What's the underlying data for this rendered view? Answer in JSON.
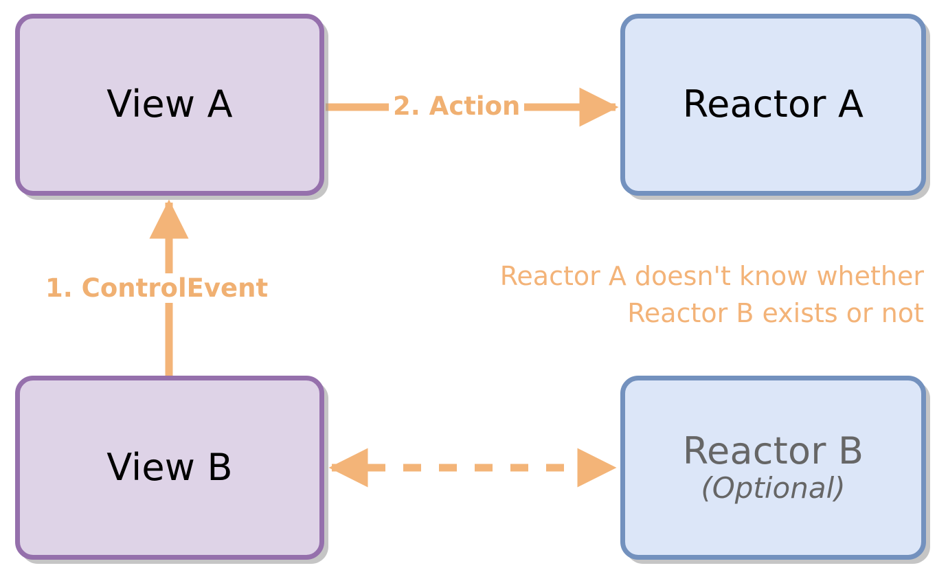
{
  "diagram": {
    "title": "ReactorKit view-reactor interaction diagram",
    "colors": {
      "view_fill": "#ded3e7",
      "view_border": "#9570ac",
      "reactor_fill": "#dce6f8",
      "reactor_border": "#7391be",
      "arrow": "#f3b478",
      "label_text": "#f0b072",
      "annotation_text": "#f3b378",
      "muted_text": "#666666",
      "background": "#ffffff"
    },
    "nodes": [
      {
        "id": "view-a",
        "label": "View A",
        "sub": "",
        "kind": "view"
      },
      {
        "id": "reactor-a",
        "label": "Reactor A",
        "sub": "",
        "kind": "reactor"
      },
      {
        "id": "view-b",
        "label": "View B",
        "sub": "",
        "kind": "view"
      },
      {
        "id": "reactor-b",
        "label": "Reactor B",
        "sub": "(Optional)",
        "kind": "reactor"
      }
    ],
    "edges": [
      {
        "id": "control-event",
        "label": "1. ControlEvent",
        "from": "view-b",
        "to": "view-a",
        "style": "solid",
        "direction": "one-way",
        "orientation": "vertical"
      },
      {
        "id": "action",
        "label": "2. Action",
        "from": "view-a",
        "to": "reactor-a",
        "style": "solid",
        "direction": "one-way",
        "orientation": "horizontal"
      },
      {
        "id": "view-b-reactor-b",
        "label": "",
        "from": "view-b",
        "to": "reactor-b",
        "style": "dashed",
        "direction": "two-way",
        "orientation": "horizontal"
      }
    ],
    "annotation": "Reactor A doesn't know whether\nReactor B exists or not"
  }
}
